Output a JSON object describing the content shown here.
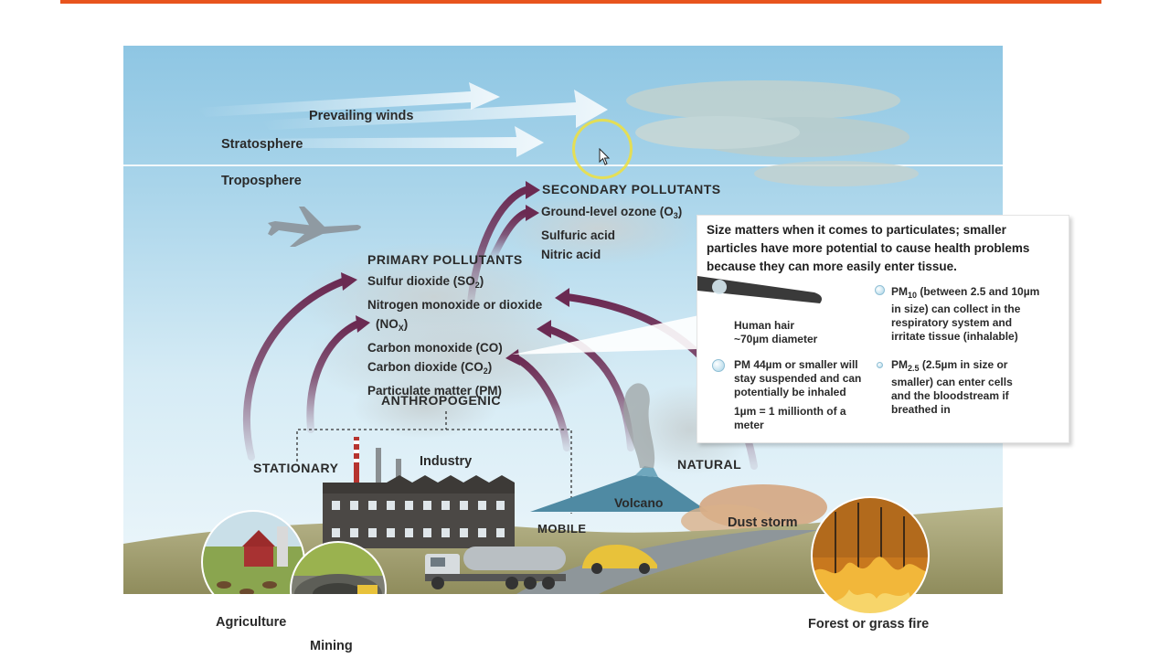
{
  "labels": {
    "prevailing_winds": "Prevailing winds",
    "stratosphere": "Stratosphere",
    "troposphere": "Troposphere",
    "secondary_title": "SECONDARY POLLUTANTS",
    "primary_title": "PRIMARY POLLUTANTS",
    "anthropogenic": "ANTHROPOGENIC",
    "stationary": "STATIONARY",
    "industry": "Industry",
    "natural": "NATURAL",
    "volcano": "Volcano",
    "mobile": "MOBILE",
    "dust_storm": "Dust storm",
    "agriculture": "Agriculture",
    "mining": "Mining",
    "forest_fire": "Forest or grass fire"
  },
  "secondary_pollutants": [
    {
      "text": "Ground-level ozone (O",
      "sub": "3",
      "after": ")"
    },
    {
      "text": "Sulfuric acid",
      "sub": "",
      "after": ""
    },
    {
      "text": "Nitric acid",
      "sub": "",
      "after": ""
    }
  ],
  "primary_pollutants": [
    {
      "text": "Sulfur dioxide (SO",
      "sub": "2",
      "after": ")"
    },
    {
      "text": "Nitrogen monoxide or dioxide",
      "sub": "",
      "after": ""
    },
    {
      "text": "(NO",
      "sub": "X",
      "after": ")"
    },
    {
      "text": "Carbon monoxide (CO)",
      "sub": "",
      "after": ""
    },
    {
      "text": "Carbon dioxide (CO",
      "sub": "2",
      "after": ")"
    },
    {
      "text": "Particulate matter (PM)",
      "sub": "",
      "after": ""
    }
  ],
  "particulates": {
    "heading": "Size matters when it comes to particulates; smaller particles have more potential to cause health problems because they can more easily enter tissue.",
    "hair_line1": "Human hair",
    "hair_line2": "~70µm diameter",
    "pm44_line1": "PM 44µm or smaller will",
    "pm44_line2": "stay suspended and can",
    "pm44_line3": "potentially be inhaled",
    "unit_line1": "1µm = 1 millionth of a",
    "unit_line2": "meter",
    "pm10_prefix": "PM",
    "pm10_sub": "10",
    "pm10_line1": " (between 2.5 and 10µm",
    "pm10_line2": "in size) can collect in the",
    "pm10_line3": "respiratory system and",
    "pm10_line4": "irritate tissue (inhalable)",
    "pm25_prefix": "PM",
    "pm25_sub": "2.5",
    "pm25_line1": " (2.5µm in size or",
    "pm25_line2": "smaller) can enter cells",
    "pm25_line3": "and the bloodstream if",
    "pm25_line4": "breathed in"
  },
  "colors": {
    "accent_bar": "#e8541e",
    "sky_top": "#8ec6e3",
    "arrow": "#6b2a52"
  }
}
